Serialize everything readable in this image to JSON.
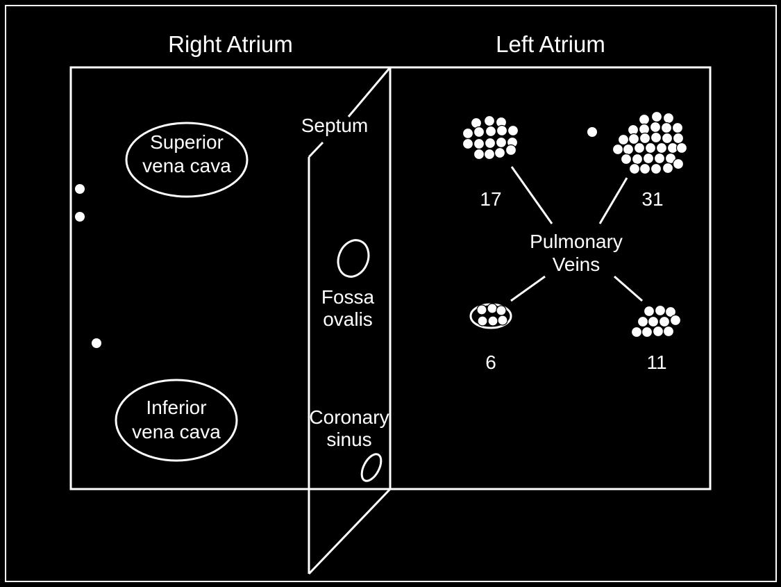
{
  "colors": {
    "background": "#000000",
    "foreground": "#ffffff"
  },
  "labels": {
    "right_atrium": "Right Atrium",
    "left_atrium": "Left Atrium",
    "superior_vena_cava": [
      "Superior",
      "vena cava"
    ],
    "inferior_vena_cava": [
      "Inferior",
      "vena cava"
    ],
    "septum": "Septum",
    "fossa_ovalis": [
      "Fossa",
      "ovalis"
    ],
    "coronary_sinus": [
      "Coronary",
      "sinus"
    ],
    "pulmonary_veins": [
      "Pulmonary",
      "Veins"
    ]
  },
  "pulmonary_vein_counts": {
    "upper_left": "17",
    "upper_right": "31",
    "lower_left": "6",
    "lower_right": "11"
  },
  "right_atrium_dots": 3,
  "left_atrium_stray_dots": 1
}
